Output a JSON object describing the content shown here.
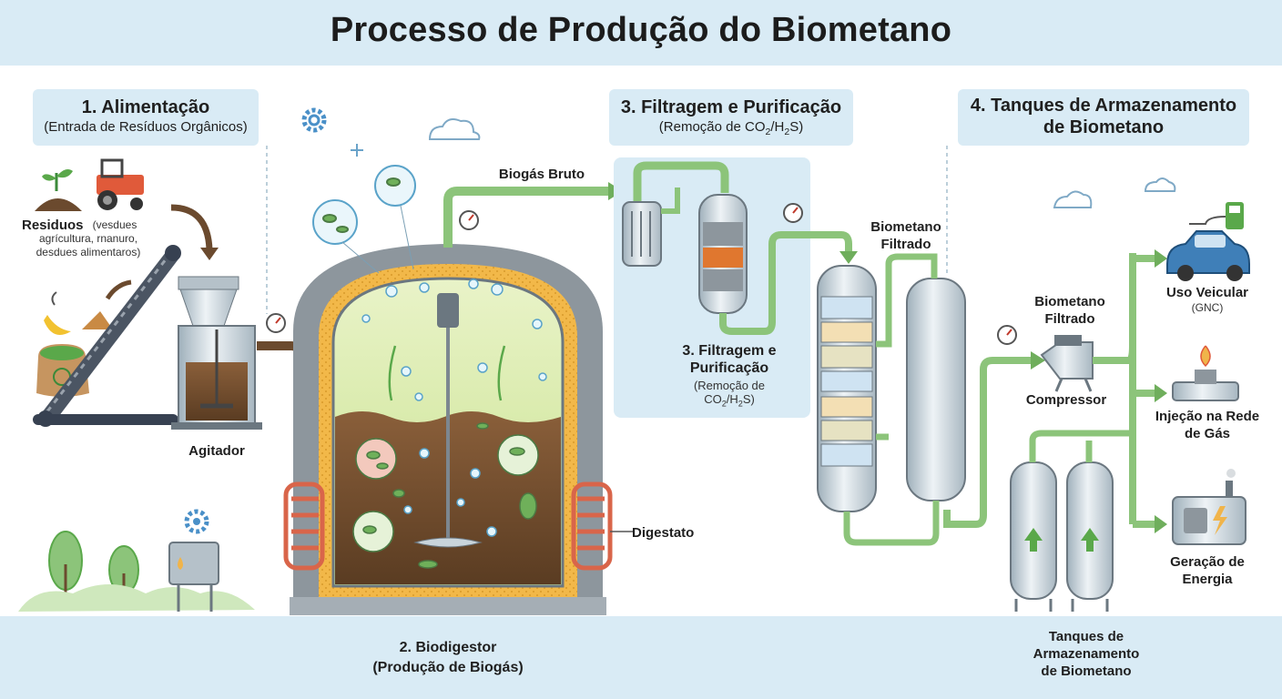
{
  "title": "Processo de Produção do Biometano",
  "step1": {
    "title": "1. Alimentação",
    "subtitle": "(Entrada de Resíduos Orgânicos)",
    "residues_label": "Residuos",
    "residues_detail": "(vesdues agrícultura, rnanuro, desdues alimentaros)",
    "agitator_label": "Agitador"
  },
  "step2": {
    "title": "2. Biodigestor",
    "subtitle": "(Produção de Biogás)",
    "raw_biogas_label": "Biogás Bruto",
    "digestate_label": "Digestato"
  },
  "step3": {
    "title": "3. Filtragem e Purificação",
    "subtitle_prefix": "(Remoção de CO",
    "subtitle_mid": "/H",
    "subtitle_suffix": "S)",
    "inner_title_line1": "3. Filtragem e",
    "inner_title_line2": "Purificação",
    "inner_sub_line1": "(Remoção de",
    "inner_sub_line2_prefix": "CO",
    "inner_sub_line2_mid": "/H",
    "inner_sub_line2_suffix": "S)",
    "subscript_2": "2",
    "filtered_label_line1": "Biometano",
    "filtered_label_line2": "Filtrado"
  },
  "step4": {
    "title_line1": "4. Tanques de Armazenamento",
    "title_line2": "de Biometano",
    "compressor_label": "Compressor",
    "filtered_label_line1": "Biometano",
    "filtered_label_line2": "Filtrado",
    "tanks_label_line1": "Tanques de",
    "tanks_label_line2": "Armazenamento",
    "tanks_label_line3": "de Biometano"
  },
  "uses": {
    "vehicle_label": "Uso Veicular",
    "vehicle_sub": "(GNC)",
    "grid_label_line1": "Injeção na Rede",
    "grid_label_line2": "de Gás",
    "energy_label_line1": "Geração de",
    "energy_label_line2": "Energia"
  },
  "colors": {
    "band": "#d9ebf5",
    "gas_pipe": "#8cc47a",
    "sludge": "#6b4a2e",
    "tank_steel": "#c9d4db",
    "accent_blue": "#3f7fb8",
    "insulation": "#f0b44a",
    "heater": "#d9654a"
  }
}
